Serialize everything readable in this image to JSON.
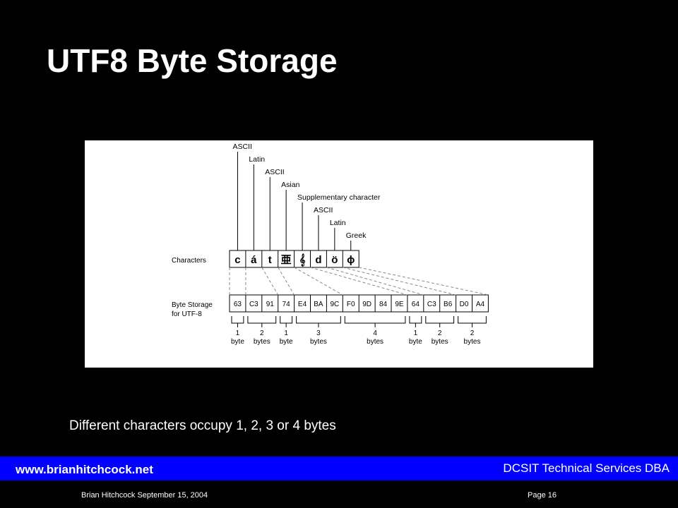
{
  "slide": {
    "title": "UTF8 Byte Storage",
    "caption": "Different characters occupy 1, 2, 3 or 4 bytes"
  },
  "diagram": {
    "categories": [
      "ASCII",
      "Latin",
      "ASCII",
      "Asian",
      "Supplementary character",
      "ASCII",
      "Latin",
      "Greek"
    ],
    "characters_label": "Characters",
    "storage_label_line1": "Byte Storage",
    "storage_label_line2": "for UTF-8",
    "characters": [
      "c",
      "á",
      "t",
      "亜",
      "𝄞",
      "d",
      "ö",
      "ɸ"
    ],
    "bytes": [
      "63",
      "C3",
      "91",
      "74",
      "E4",
      "BA",
      "9C",
      "F0",
      "9D",
      "84",
      "9E",
      "64",
      "C3",
      "B6",
      "D0",
      "A4"
    ],
    "groups": [
      {
        "count": "1",
        "unit": "byte"
      },
      {
        "count": "2",
        "unit": "bytes"
      },
      {
        "count": "1",
        "unit": "byte"
      },
      {
        "count": "3",
        "unit": "bytes"
      },
      {
        "count": "4",
        "unit": "bytes"
      },
      {
        "count": "1",
        "unit": "byte"
      },
      {
        "count": "2",
        "unit": "bytes"
      },
      {
        "count": "2",
        "unit": "bytes"
      }
    ],
    "group_sizes": [
      1,
      2,
      1,
      3,
      4,
      1,
      2,
      2
    ]
  },
  "footer": {
    "url": "www.brianhitchcock.net",
    "org": "DCSIT Technical Services DBA",
    "author": "Brian Hitchcock  September 15, 2004",
    "page": "Page 16"
  },
  "colors": {
    "background": "#000000",
    "footer_bar": "#0000ff",
    "text": "#ffffff"
  }
}
